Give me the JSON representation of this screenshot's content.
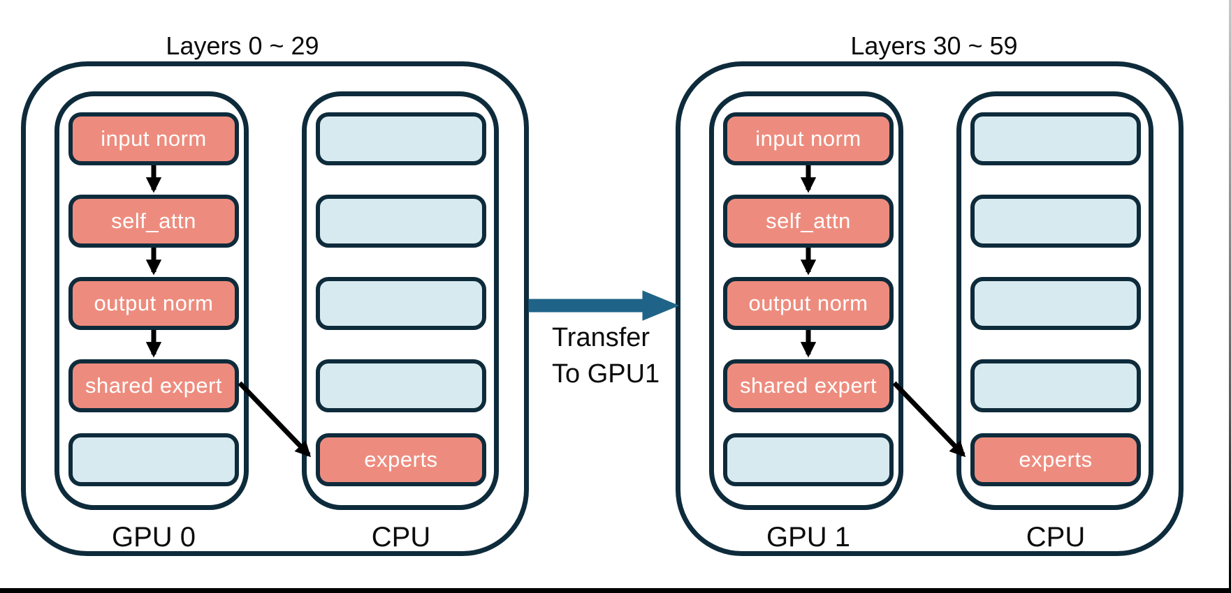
{
  "figure": {
    "groups": [
      {
        "title": "Layers 0 ~ 29",
        "gpu": {
          "label": "GPU 0",
          "boxes": [
            {
              "label": "input norm",
              "type": "active"
            },
            {
              "label": "self_attn",
              "type": "active"
            },
            {
              "label": "output norm",
              "type": "active"
            },
            {
              "label": "shared expert",
              "type": "active"
            },
            {
              "label": "",
              "type": "empty"
            }
          ]
        },
        "cpu": {
          "label": "CPU",
          "boxes": [
            {
              "label": "",
              "type": "empty"
            },
            {
              "label": "",
              "type": "empty"
            },
            {
              "label": "",
              "type": "empty"
            },
            {
              "label": "",
              "type": "empty"
            },
            {
              "label": "experts",
              "type": "active"
            }
          ]
        }
      },
      {
        "title": "Layers 30 ~ 59",
        "gpu": {
          "label": "GPU 1",
          "boxes": [
            {
              "label": "input norm",
              "type": "active"
            },
            {
              "label": "self_attn",
              "type": "active"
            },
            {
              "label": "output norm",
              "type": "active"
            },
            {
              "label": "shared expert",
              "type": "active"
            },
            {
              "label": "",
              "type": "empty"
            }
          ]
        },
        "cpu": {
          "label": "CPU",
          "boxes": [
            {
              "label": "",
              "type": "empty"
            },
            {
              "label": "",
              "type": "empty"
            },
            {
              "label": "",
              "type": "empty"
            },
            {
              "label": "",
              "type": "empty"
            },
            {
              "label": "experts",
              "type": "active"
            }
          ]
        }
      }
    ],
    "transfer": {
      "line1": "Transfer",
      "line2": "To GPU1"
    },
    "colors": {
      "module_fill": "#ed8c7e",
      "placeholder_fill": "#d7eaf0",
      "outline": "#0e2b3b",
      "flow_arrow": "#000000",
      "transfer_arrow": "#1f6488",
      "text_light": "#ffffff",
      "text_dark": "#0b0b0b"
    }
  }
}
